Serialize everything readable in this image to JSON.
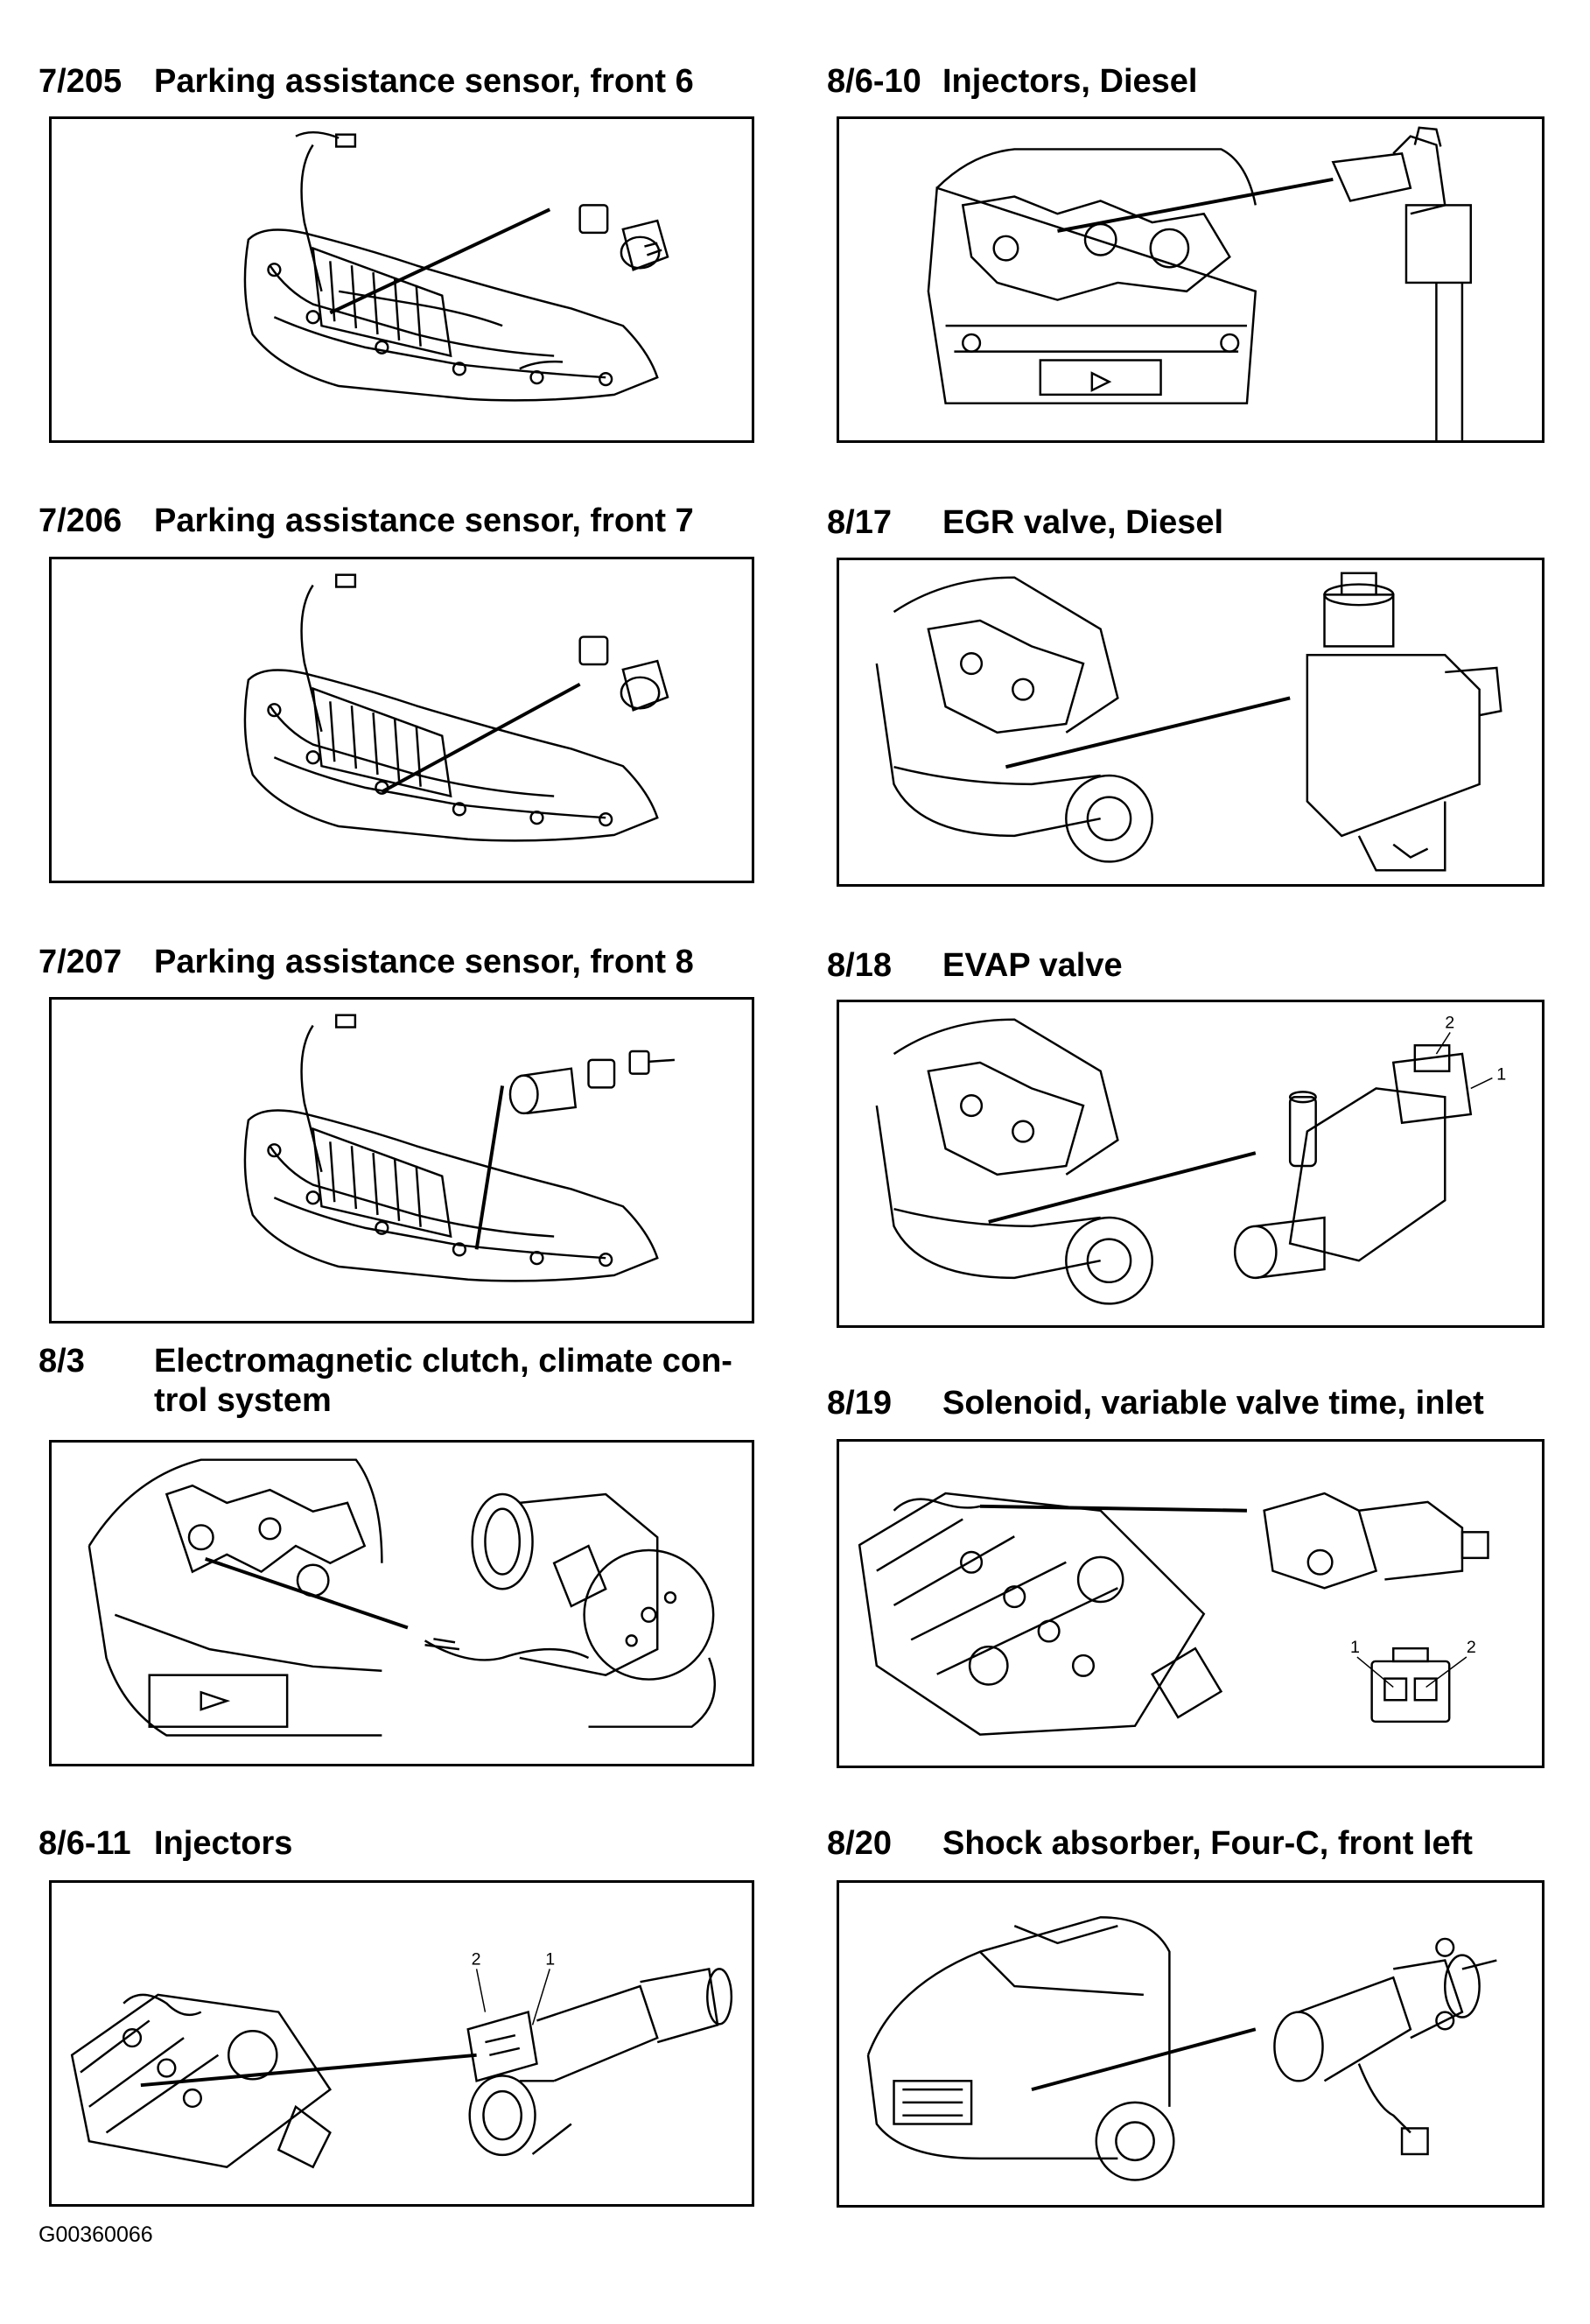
{
  "entries": [
    {
      "code": "7/205",
      "title": "Parking assistance sensor, front 6"
    },
    {
      "code": "7/206",
      "title": "Parking assistance sensor, front 7"
    },
    {
      "code": "7/207",
      "title": "Parking assistance sensor, front 8"
    },
    {
      "code": "8/3",
      "title": "Electromagnetic clutch, climate con-",
      "title2": "trol system"
    },
    {
      "code": "8/6-11",
      "title": "Injectors",
      "callouts": [
        "2",
        "1"
      ]
    },
    {
      "code": "8/6-10",
      "title": "Injectors, Diesel"
    },
    {
      "code": "8/17",
      "title": "EGR valve, Diesel"
    },
    {
      "code": "8/18",
      "title": "EVAP valve",
      "callouts": [
        "2",
        "1"
      ]
    },
    {
      "code": "8/19",
      "title": "Solenoid, variable valve time, inlet",
      "callouts": [
        "1",
        "2"
      ]
    },
    {
      "code": "8/20",
      "title": "Shock absorber, Four-C, front left"
    }
  ],
  "footer": {
    "doc_code": "G00360066"
  }
}
